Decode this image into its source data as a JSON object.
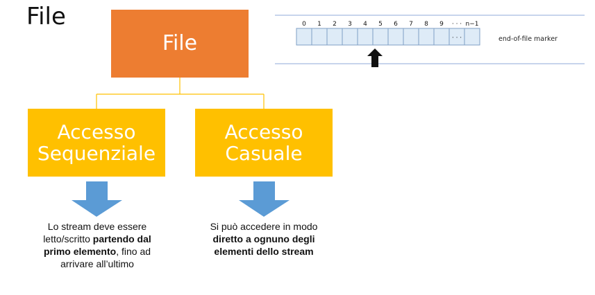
{
  "title": "File",
  "diagram": {
    "root": "File",
    "branches": [
      {
        "line1": "Accesso",
        "line2": "Sequenziale",
        "desc": {
          "l1": "Lo stream deve essere",
          "l2a": "letto/scritto ",
          "l2b": "partendo dal",
          "l3a": "primo elemento",
          "l3b": ", fino ad",
          "l4": "arrivare all’ultimo"
        }
      },
      {
        "line1": "Accesso",
        "line2": "Casuale",
        "desc": {
          "l1": "Si può accedere in modo",
          "l2": "diretto a ognuno degli",
          "l3": "elementi dello stream"
        }
      }
    ]
  },
  "stream": {
    "indices": [
      "0",
      "1",
      "2",
      "3",
      "4",
      "5",
      "6",
      "7",
      "8",
      "9",
      "· · ·",
      "n−1"
    ],
    "ellipsis": "· · ·",
    "eof_label": "end-of-file marker",
    "pointer_index": "5",
    "colors": {
      "cell_fill": "#DEEBF7",
      "cell_border": "#7F9FC6",
      "guide_line": "#8FA8D8"
    }
  },
  "colors": {
    "root": "#ED7D31",
    "leaf": "#FFC000",
    "arrow": "#5B9BD5",
    "connector": "#FFC000"
  }
}
